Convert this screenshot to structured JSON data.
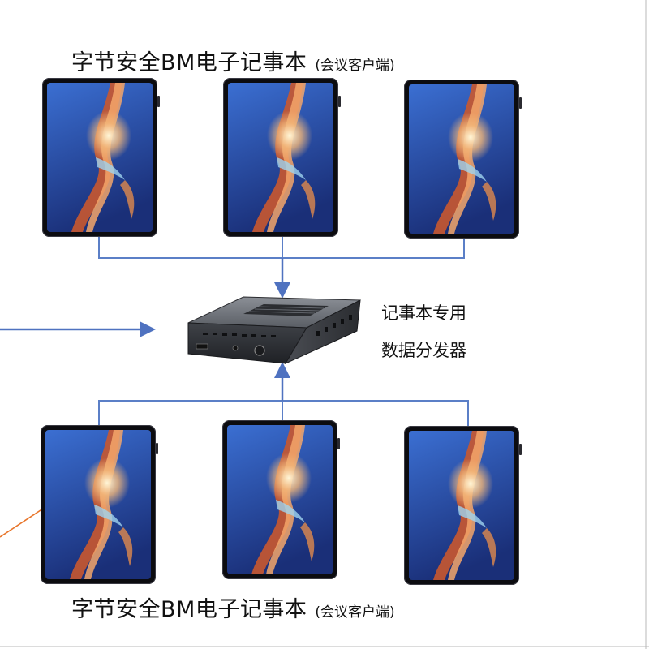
{
  "captions": {
    "top": {
      "title": "字节安全BM电子记事本",
      "subtitle": "(会议客户端)"
    },
    "bottom": {
      "title": "字节安全BM电子记事本",
      "subtitle": "(会议客户端)"
    }
  },
  "distributor": {
    "label_line1": "记事本专用",
    "label_line2": "数据分发器"
  },
  "colors": {
    "connector": "#5b7fc7",
    "arrow": "#4f72c0",
    "orange_line": "#e8752a",
    "tablet_bezel": "#0c0c10",
    "screen_gradient_top": "#3b6fd2",
    "screen_gradient_bottom": "#1a2f78"
  },
  "icons": {
    "tablet": "tablet-device-icon",
    "distributor": "data-distributor-box-icon"
  }
}
